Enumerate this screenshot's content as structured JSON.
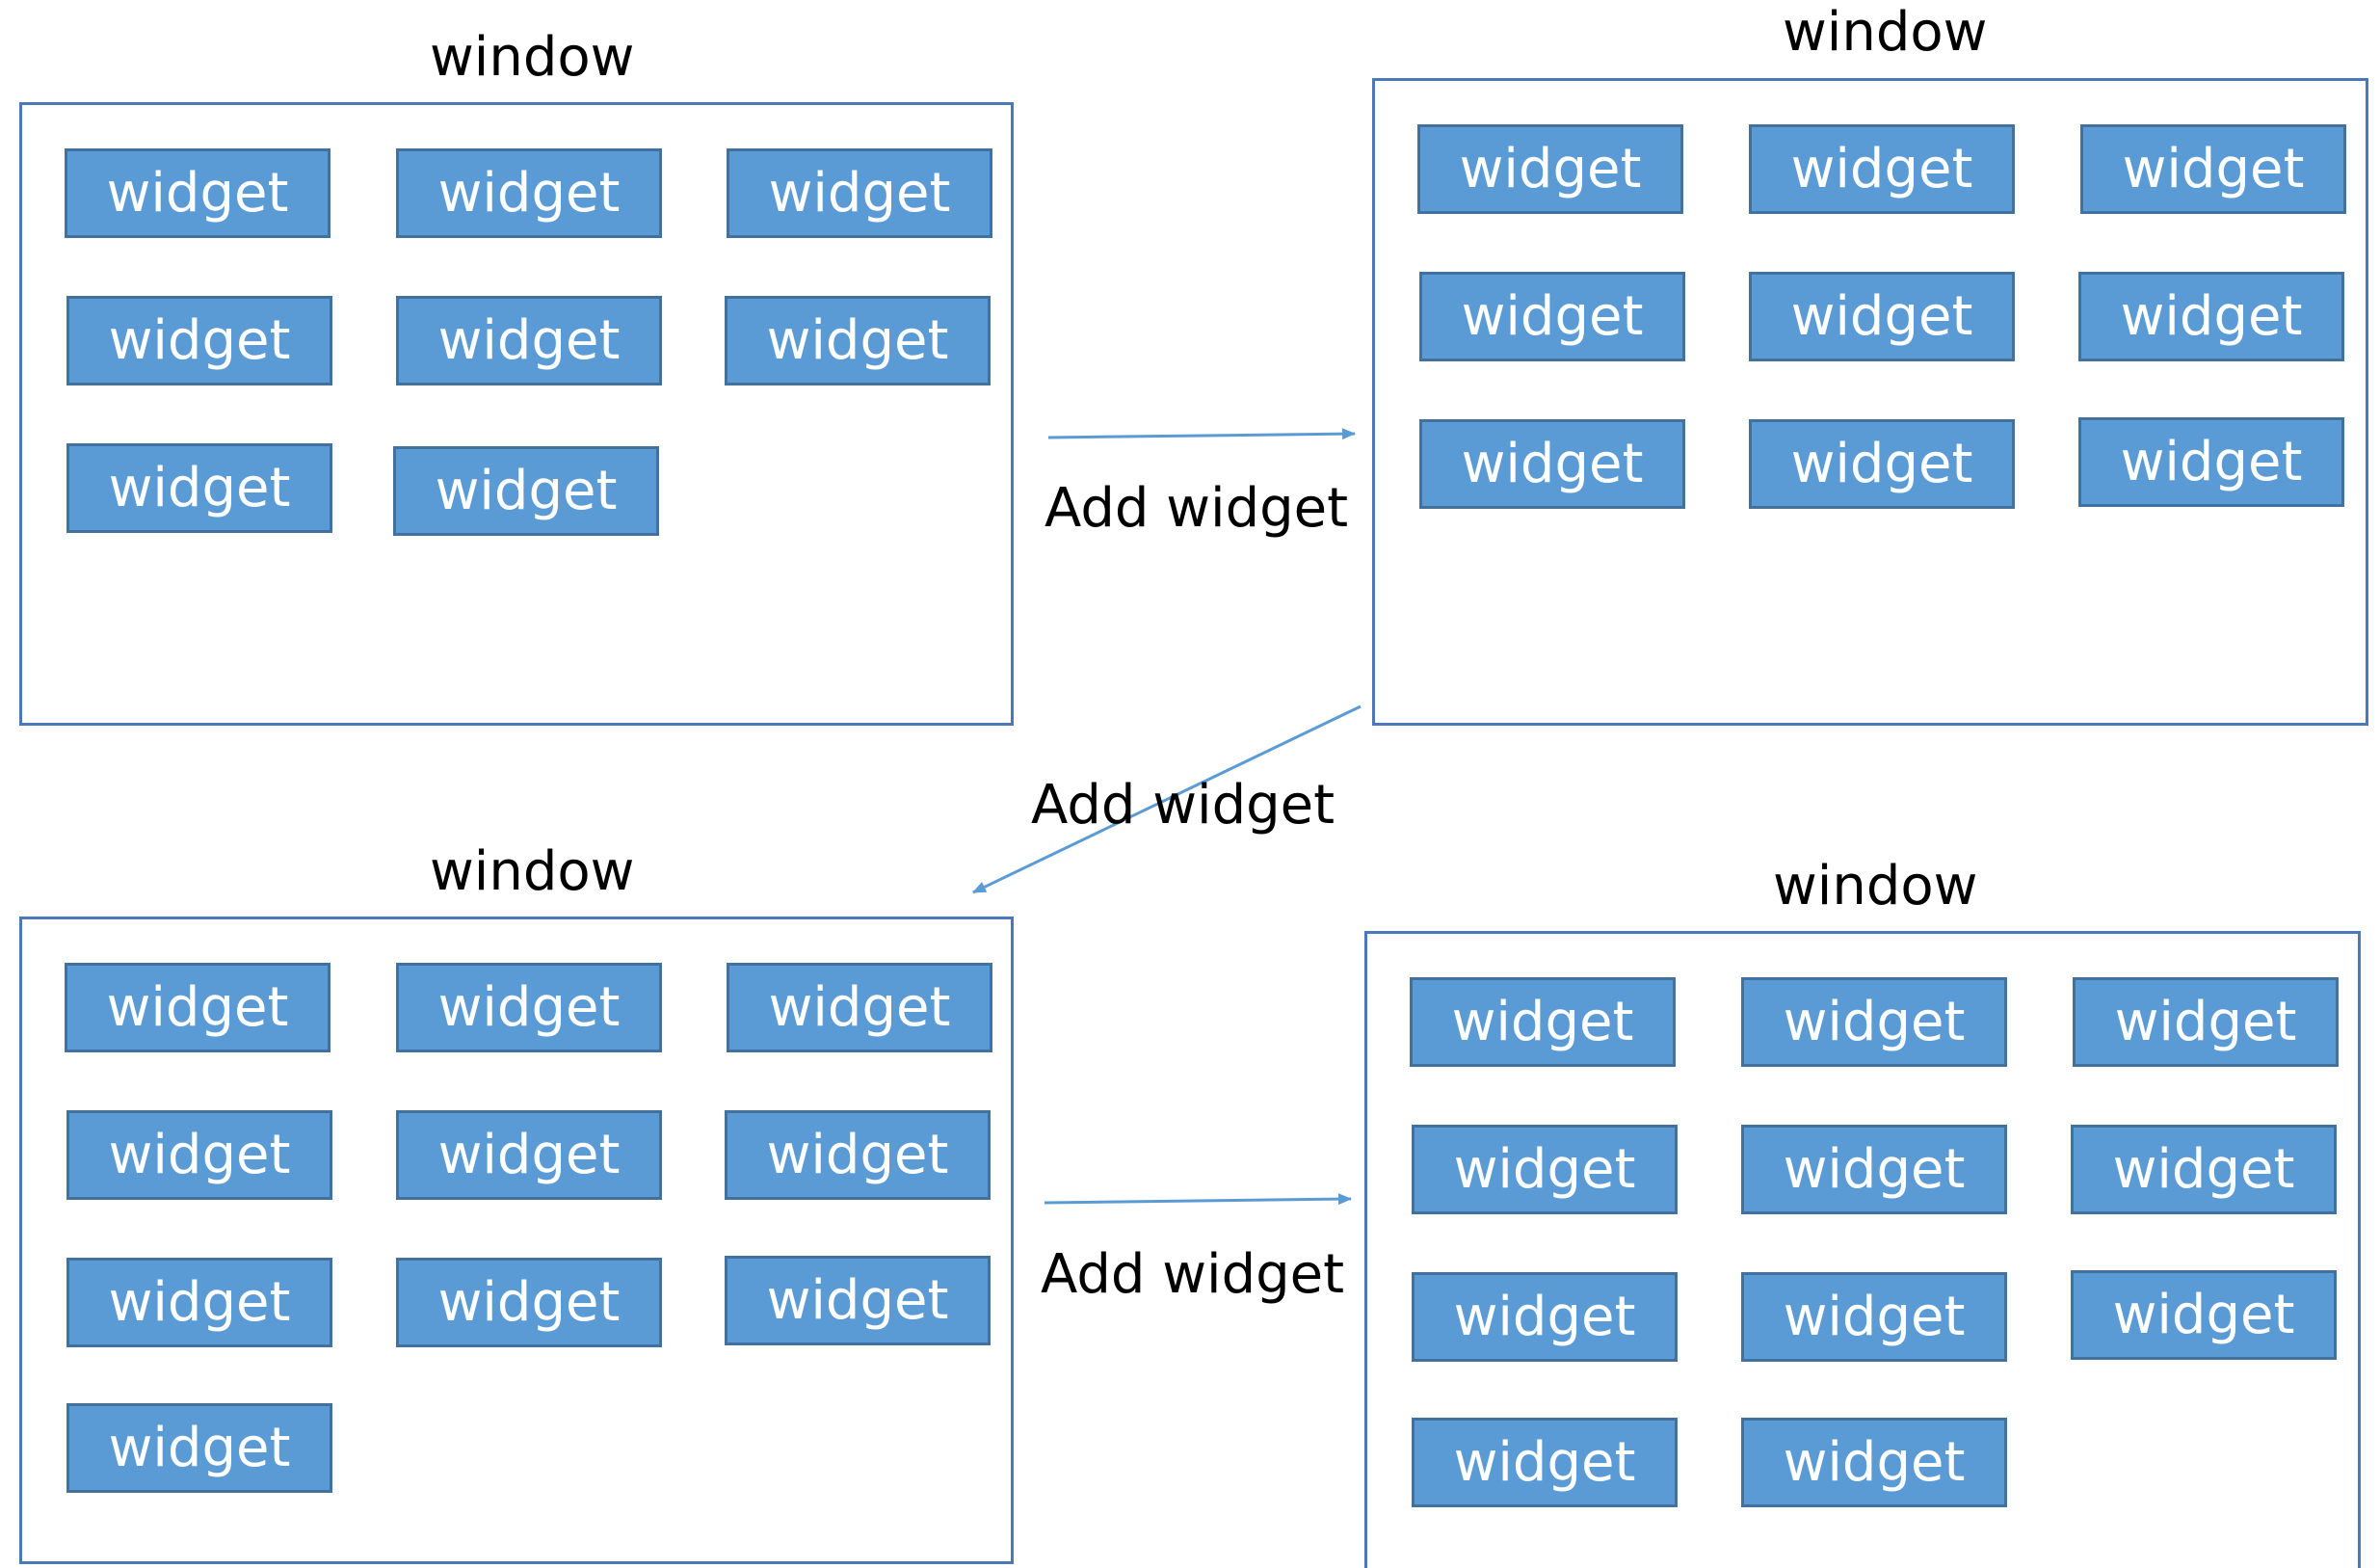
{
  "colors": {
    "frame": "#4a78b8",
    "widget_fill": "#5b9bd5",
    "widget_border": "#41719c",
    "arrow": "#5b9bd5"
  },
  "windows": [
    {
      "title": "window",
      "widgets": [
        "widget",
        "widget",
        "widget",
        "widget",
        "widget",
        "widget",
        "widget",
        "widget"
      ]
    },
    {
      "title": "window",
      "widgets": [
        "widget",
        "widget",
        "widget",
        "widget",
        "widget",
        "widget",
        "widget",
        "widget",
        "widget"
      ]
    },
    {
      "title": "window",
      "widgets": [
        "widget",
        "widget",
        "widget",
        "widget",
        "widget",
        "widget",
        "widget",
        "widget",
        "widget",
        "widget"
      ]
    },
    {
      "title": "window",
      "widgets": [
        "widget",
        "widget",
        "widget",
        "widget",
        "widget",
        "widget",
        "widget",
        "widget",
        "widget",
        "widget",
        "widget"
      ]
    }
  ],
  "arrows": [
    {
      "label": "Add widget"
    },
    {
      "label": "Add widget"
    },
    {
      "label": "Add widget"
    }
  ]
}
